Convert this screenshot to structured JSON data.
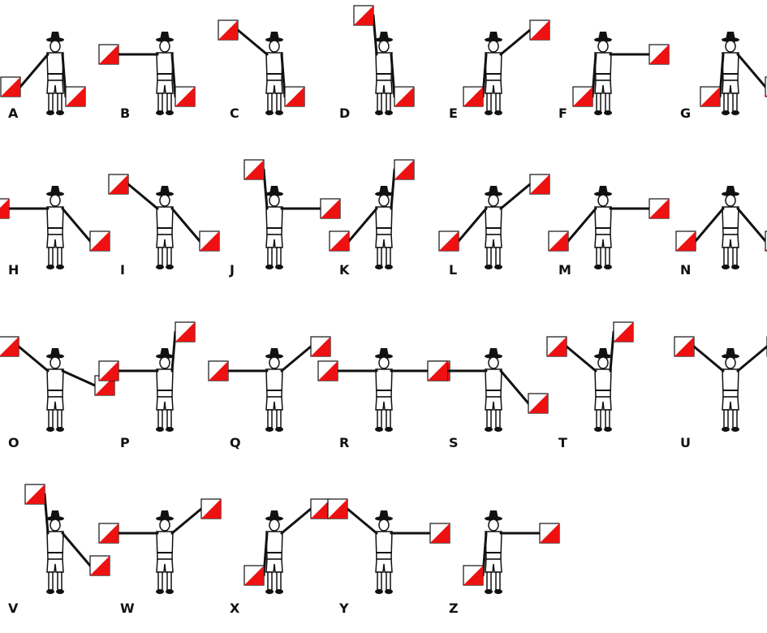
{
  "colors": {
    "flag_red": "#ee1111",
    "flag_white": "#ffffff",
    "ink": "#111111"
  },
  "semaphore": [
    {
      "letter": "A",
      "right": "low",
      "left": "down"
    },
    {
      "letter": "B",
      "right": "out",
      "left": "down"
    },
    {
      "letter": "C",
      "right": "high",
      "left": "down"
    },
    {
      "letter": "D",
      "right": "up",
      "left": "down"
    },
    {
      "letter": "E",
      "right": "down",
      "left": "high"
    },
    {
      "letter": "F",
      "right": "down",
      "left": "out"
    },
    {
      "letter": "G",
      "right": "down",
      "left": "low"
    },
    {
      "letter": "H",
      "right": "out",
      "left": "low"
    },
    {
      "letter": "I",
      "right": "high",
      "left": "low"
    },
    {
      "letter": "J",
      "right": "up",
      "left": "out"
    },
    {
      "letter": "K",
      "right": "low",
      "left": "up"
    },
    {
      "letter": "L",
      "right": "low",
      "left": "high"
    },
    {
      "letter": "M",
      "right": "low",
      "left": "out"
    },
    {
      "letter": "N",
      "right": "low",
      "left": "low"
    },
    {
      "letter": "O",
      "right": "high",
      "left": "outlow"
    },
    {
      "letter": "P",
      "right": "out",
      "left": "up"
    },
    {
      "letter": "Q",
      "right": "out",
      "left": "high"
    },
    {
      "letter": "R",
      "right": "out",
      "left": "out"
    },
    {
      "letter": "S",
      "right": "out",
      "left": "low"
    },
    {
      "letter": "T",
      "right": "high",
      "left": "up"
    },
    {
      "letter": "U",
      "right": "high",
      "left": "high"
    },
    {
      "letter": "V",
      "right": "up",
      "left": "low"
    },
    {
      "letter": "W",
      "right": "out",
      "left": "high"
    },
    {
      "letter": "X",
      "right": "down",
      "left": "high"
    },
    {
      "letter": "Y",
      "right": "high",
      "left": "out"
    },
    {
      "letter": "Z",
      "right": "down",
      "left": "out"
    }
  ]
}
